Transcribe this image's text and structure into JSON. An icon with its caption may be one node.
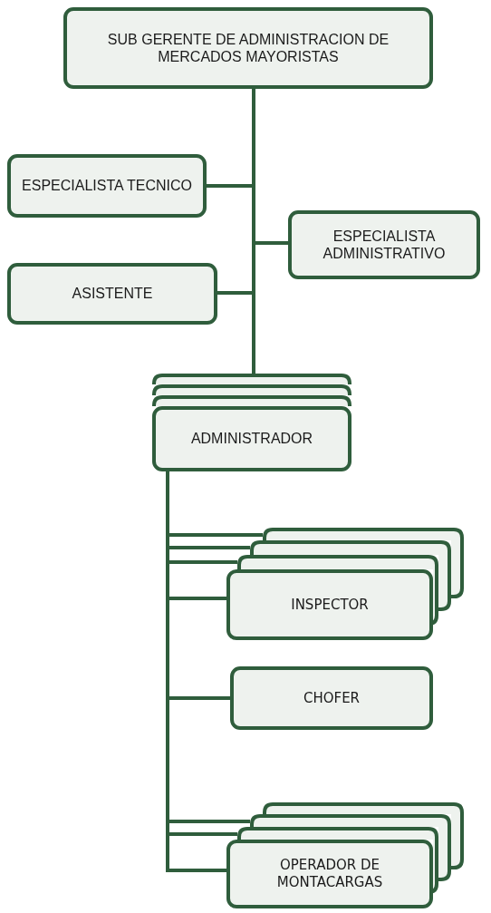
{
  "diagram": {
    "nodes": [
      {
        "text": [
          "SUB GERENTE DE ADMINISTRACION DE MERCADOS MAYORISTAS"
        ]
      },
      {
        "text": [
          "ESPECIALISTA TECNICO"
        ]
      },
      {
        "text": [
          "ESPECIALISTA ADMINISTRATIVO"
        ]
      },
      {
        "text": [
          "ASISTENTE"
        ]
      },
      {
        "text": [
          "ADMINISTRADOR"
        ]
      },
      {
        "text": [
          "INSPECTOR"
        ]
      },
      {
        "text": [
          "CHOFER"
        ]
      },
      {
        "text": [
          "OPERADOR DE MONTACARGAS"
        ]
      }
    ],
    "edges": [
      {
        "from": 0,
        "to": 1,
        "arrow": "none"
      },
      {
        "from": 0,
        "to": 2,
        "arrow": "none"
      },
      {
        "from": 0,
        "to": 3,
        "arrow": "none"
      },
      {
        "from": 0,
        "to": 4,
        "arrow": "none"
      },
      {
        "from": 4,
        "to": 5,
        "arrow": "none"
      },
      {
        "from": 4,
        "to": 6,
        "arrow": "none"
      },
      {
        "from": 4,
        "to": 7,
        "arrow": "none"
      }
    ]
  }
}
